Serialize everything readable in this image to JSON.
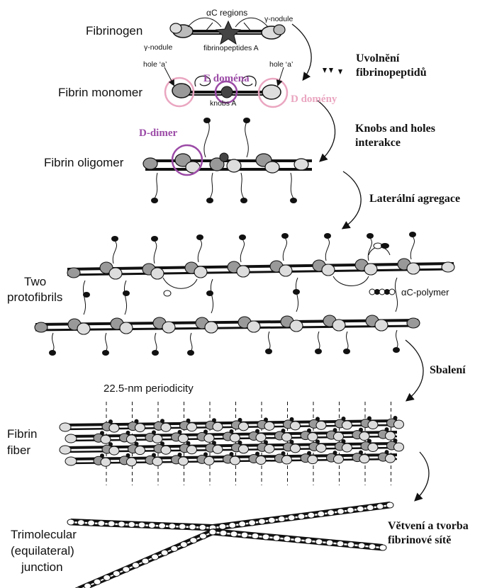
{
  "stages": {
    "fibrinogen": "Fibrinogen",
    "fibrin_monomer": "Fibrin monomer",
    "fibrin_oligomer": "Fibrin oligomer",
    "two_protofibrils_1": "Two",
    "two_protofibrils_2": "protofibrils",
    "fibrin_fiber_1": "Fibrin",
    "fibrin_fiber_2": "fiber",
    "junction_1": "Trimolecular",
    "junction_2": "(equilateral)",
    "junction_3": "junction"
  },
  "annotations": {
    "ac_regions": "αC regions",
    "gamma_nodule_right": "γ-nodule",
    "gamma_nodule_left": "γ-nodule",
    "fibrinopeptides": "fibrinopeptides A",
    "hole_a_left": "hole ‘a’",
    "hole_a_right": "hole ‘a’",
    "knobs_a": "knobs A",
    "e_domena": "E doména",
    "d_domeny": "D domény",
    "d_dimer": "D-dimer",
    "ac_polymer": "αC-polymer",
    "periodicity": "22.5-nm periodicity"
  },
  "steps": {
    "step1_line1": "Uvolnění",
    "step1_line2": "fibrinopeptidů",
    "step2_line1": "Knobs and holes",
    "step2_line2": "interakce",
    "step3": "Laterální agregace",
    "step4": "Sbalení",
    "step5_line1": "Větvení a tvorba",
    "step5_line2": "fibrinové sítě"
  },
  "colors": {
    "purple": "#9b4aa6",
    "pink": "#eaa6c0",
    "molecule_fill": "#8a8a8a",
    "ink": "#111111"
  }
}
